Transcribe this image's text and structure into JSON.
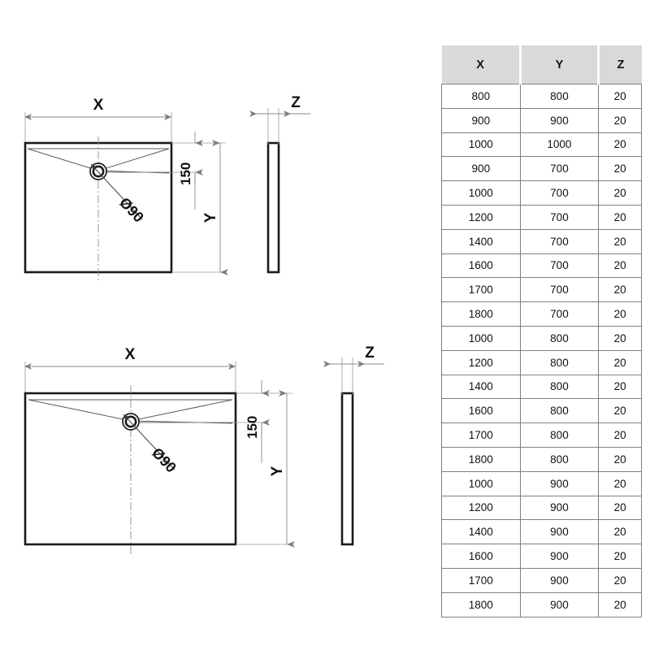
{
  "drawing": {
    "views": [
      {
        "id": "top-view-square",
        "width_label": "X",
        "height_label": "Y",
        "offset_label": "150",
        "drain_label": "Ø90"
      },
      {
        "id": "side-view-square",
        "thickness_label": "Z"
      },
      {
        "id": "top-view-rect",
        "width_label": "X",
        "height_label": "Y",
        "offset_label": "150",
        "drain_label": "Ø90"
      },
      {
        "id": "side-view-rect",
        "thickness_label": "Z"
      }
    ]
  },
  "table": {
    "headers": [
      "X",
      "Y",
      "Z"
    ],
    "rows": [
      [
        "800",
        "800",
        "20"
      ],
      [
        "900",
        "900",
        "20"
      ],
      [
        "1000",
        "1000",
        "20"
      ],
      [
        "900",
        "700",
        "20"
      ],
      [
        "1000",
        "700",
        "20"
      ],
      [
        "1200",
        "700",
        "20"
      ],
      [
        "1400",
        "700",
        "20"
      ],
      [
        "1600",
        "700",
        "20"
      ],
      [
        "1700",
        "700",
        "20"
      ],
      [
        "1800",
        "700",
        "20"
      ],
      [
        "1000",
        "800",
        "20"
      ],
      [
        "1200",
        "800",
        "20"
      ],
      [
        "1400",
        "800",
        "20"
      ],
      [
        "1600",
        "800",
        "20"
      ],
      [
        "1700",
        "800",
        "20"
      ],
      [
        "1800",
        "800",
        "20"
      ],
      [
        "1000",
        "900",
        "20"
      ],
      [
        "1200",
        "900",
        "20"
      ],
      [
        "1400",
        "900",
        "20"
      ],
      [
        "1600",
        "900",
        "20"
      ],
      [
        "1700",
        "900",
        "20"
      ],
      [
        "1800",
        "900",
        "20"
      ]
    ]
  },
  "colors": {
    "outline": "#1a1a1a",
    "dimension": "#8a8a8a",
    "header_bg": "#d9d9d9",
    "grid": "#808080",
    "background": "#ffffff"
  }
}
